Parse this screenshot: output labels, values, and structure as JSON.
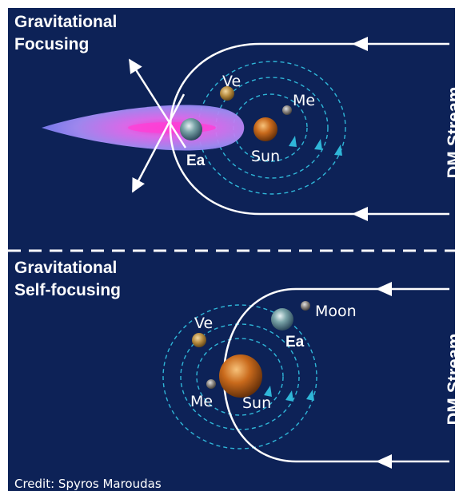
{
  "colors": {
    "background": "#0d2257",
    "stream_line": "#ffffff",
    "orbit": "#2fb6d8",
    "focus_plume": "#d07bf0",
    "focus_core": "#ff4fd8"
  },
  "top_panel": {
    "title_line1": "Gravitational",
    "title_line2": "Focusing",
    "stream_label": "DM Stream",
    "labels": {
      "venus": "Ve",
      "mercury": "Me",
      "sun": "Sun",
      "earth": "Ea"
    }
  },
  "bottom_panel": {
    "title_line1": "Gravitational",
    "title_line2": "Self-focusing",
    "stream_label": "DM Stream",
    "labels": {
      "venus": "Ve",
      "mercury": "Me",
      "sun": "Sun",
      "earth": "Ea",
      "moon": "Moon"
    }
  },
  "credit": "Credit: Spyros Maroudas",
  "icons": {
    "sun": "sun-sphere",
    "earth": "earth-sphere",
    "venus": "venus-sphere",
    "mercury": "mercury-sphere",
    "moon": "moon-sphere"
  }
}
